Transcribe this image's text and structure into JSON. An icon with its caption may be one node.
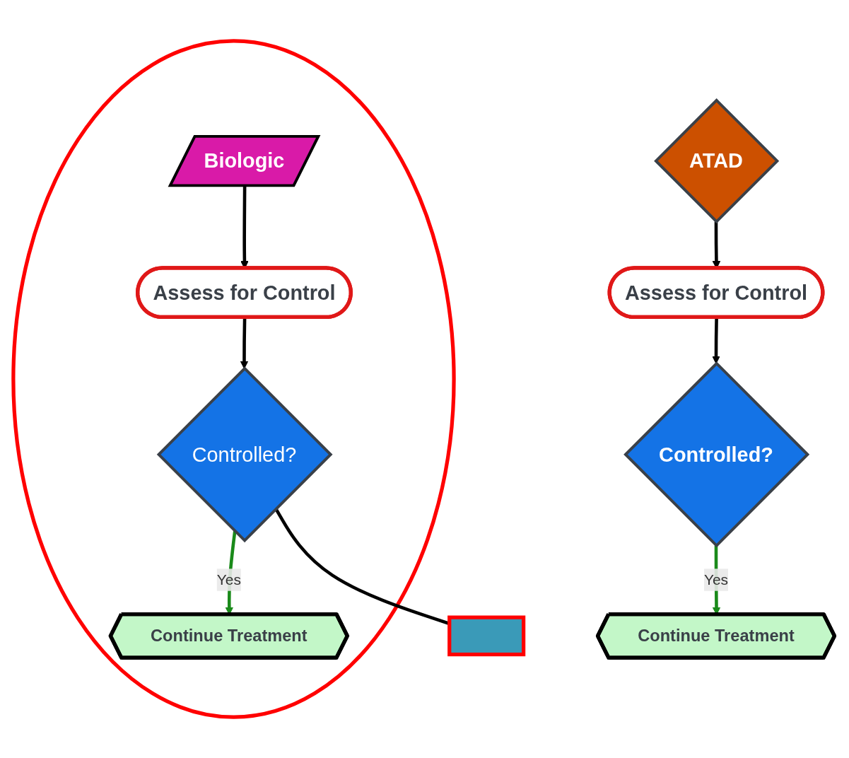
{
  "diagram": {
    "nodes": [
      {
        "text": [
          "ATAD"
        ]
      },
      {
        "text": [
          "Assess for Control"
        ]
      },
      {
        "text": [
          "Controlled?"
        ]
      },
      {
        "text": [
          "Continue Treatment"
        ]
      },
      {
        "text": [],
        "shape": "ellipse"
      },
      {
        "text": [
          "Biologic"
        ],
        "in": 4
      },
      {
        "text": [
          "Assess for Control"
        ],
        "in": 4
      },
      {
        "text": [
          "Controlled?"
        ],
        "in": 4
      },
      {
        "text": [
          "Continue Treatment"
        ],
        "in": 4
      },
      {
        "text": [],
        "shape": "box"
      }
    ],
    "edges": [
      {
        "from": 0,
        "to": 1,
        "arrow": "to"
      },
      {
        "from": 1,
        "to": 2,
        "arrow": "to"
      },
      {
        "from": 2,
        "to": 3,
        "arrow": "to",
        "label": "Yes",
        "color": "#1a8a1a"
      },
      {
        "from": 5,
        "to": 6,
        "arrow": "to"
      },
      {
        "from": 6,
        "to": 7,
        "arrow": "to"
      },
      {
        "from": 7,
        "to": 8,
        "arrow": "to",
        "label": "Yes",
        "color": "#1a8a1a"
      },
      {
        "from": 7,
        "to": 9,
        "arrow": "none"
      }
    ]
  }
}
